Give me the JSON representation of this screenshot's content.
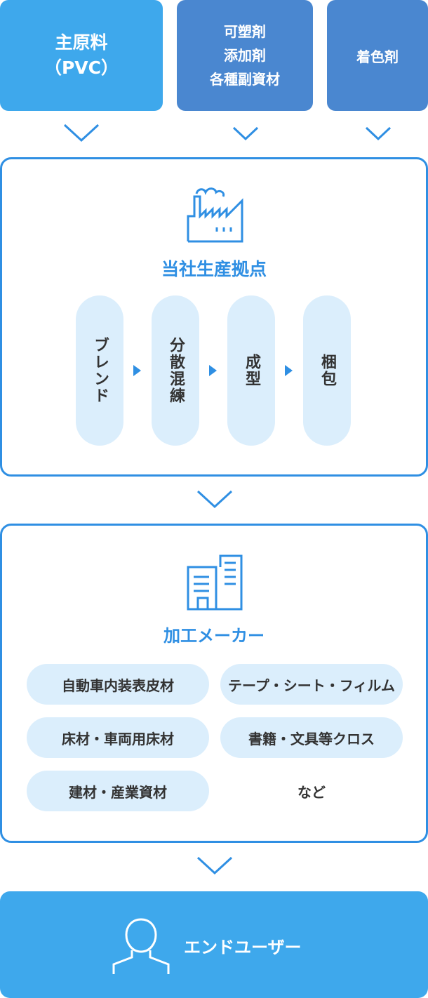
{
  "inputs": {
    "raw_material": [
      "主原料",
      "（PVC）"
    ],
    "additives": [
      "可塑剤",
      "添加剤",
      "各種副資材"
    ],
    "colorant": [
      "着色剤"
    ]
  },
  "factory": {
    "title": "当社生産拠点",
    "icon": "factory-icon",
    "steps": [
      "ブレンド",
      "分散混練",
      "成型",
      "梱包"
    ]
  },
  "processors": {
    "title": "加工メーカー",
    "icon": "buildings-icon",
    "items": [
      "自動車内装表皮材",
      "テープ・シート・フィルム",
      "床材・車両用床材",
      "書籍・文具等クロス",
      "建材・産業資材"
    ],
    "etc": "など"
  },
  "end_user": {
    "label": "エンドユーザー",
    "icon": "person-icon"
  },
  "colors": {
    "light_blue": "#3ea8ec",
    "mid_blue": "#4a87d0",
    "accent_blue": "#2f8fe3",
    "pill_bg": "#dbeefc"
  }
}
